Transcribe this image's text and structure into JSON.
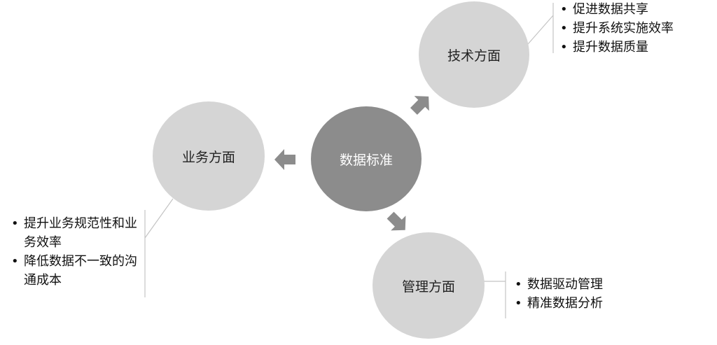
{
  "center": {
    "label": "数据标准"
  },
  "nodes": [
    {
      "id": "tech",
      "label": "技术方面",
      "items": [
        "促进数据共享",
        "提升系统实施效率",
        "提升数据质量"
      ]
    },
    {
      "id": "biz",
      "label": "业务方面",
      "items": [
        "提升业务规范性和业务效率",
        "降低数据不一致的沟通成本"
      ]
    },
    {
      "id": "mgmt",
      "label": "管理方面",
      "items": [
        "数据驱动管理",
        "精准数据分析"
      ]
    }
  ],
  "colors": {
    "center": "#8c8c8c",
    "node": "#d5d5d5",
    "arrow": "#8c8c8c",
    "line": "#bfbfbf"
  }
}
